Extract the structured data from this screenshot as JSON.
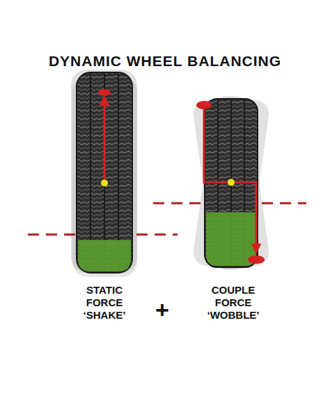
{
  "diagram": {
    "title": "DYNAMIC WHEEL BALANCING",
    "labels": [
      "STATIC FORCE ‘SHAKE’",
      "+",
      "COUPLE FORCE ‘WOBBLE’"
    ]
  }
}
